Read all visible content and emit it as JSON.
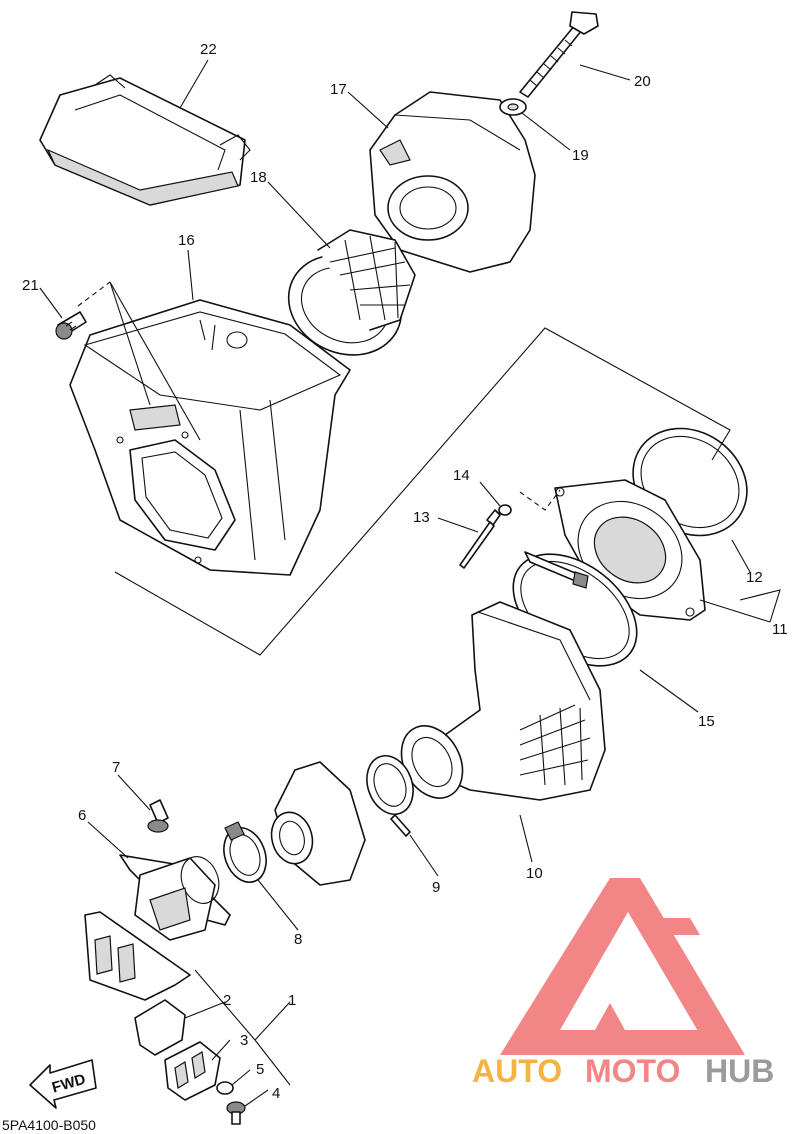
{
  "callouts": [
    {
      "id": "1",
      "label": "1"
    },
    {
      "id": "2",
      "label": "2"
    },
    {
      "id": "3",
      "label": "3"
    },
    {
      "id": "4",
      "label": "4"
    },
    {
      "id": "5",
      "label": "5"
    },
    {
      "id": "6",
      "label": "6"
    },
    {
      "id": "7",
      "label": "7"
    },
    {
      "id": "8",
      "label": "8"
    },
    {
      "id": "9",
      "label": "9"
    },
    {
      "id": "10",
      "label": "10"
    },
    {
      "id": "11",
      "label": "11"
    },
    {
      "id": "12",
      "label": "12"
    },
    {
      "id": "13",
      "label": "13"
    },
    {
      "id": "14",
      "label": "14"
    },
    {
      "id": "15",
      "label": "15"
    },
    {
      "id": "16",
      "label": "16"
    },
    {
      "id": "17",
      "label": "17"
    },
    {
      "id": "18",
      "label": "18"
    },
    {
      "id": "19",
      "label": "19"
    },
    {
      "id": "20",
      "label": "20"
    },
    {
      "id": "21",
      "label": "21"
    },
    {
      "id": "22",
      "label": "22"
    }
  ],
  "fwd_label": "FWD",
  "diagram_code": "5PA4100-B050",
  "watermark": {
    "text_part1": "AUTO",
    "text_part2": "MOTO",
    "text_part3": "HUB",
    "color_orange": "#f5a623",
    "color_red": "#f07070",
    "color_gray": "#8a8a8a"
  }
}
